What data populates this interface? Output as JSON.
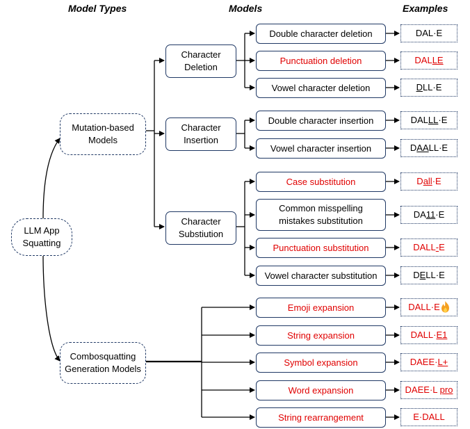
{
  "headers": {
    "model_types": "Model Types",
    "models": "Models",
    "examples": "Examples"
  },
  "root": "LLM App Squatting",
  "types": {
    "mutation": "Mutation-based Models",
    "combo": "Combosquatting Generation Models"
  },
  "categories": {
    "deletion": "Character Deletion",
    "insertion": "Character Insertion",
    "substitution": "Character Substiution"
  },
  "models": [
    {
      "label": "Double character deletion",
      "highlight": false,
      "example": {
        "pre": "DAL",
        "u": "",
        "post": "·E"
      }
    },
    {
      "label": "Punctuation deletion",
      "highlight": true,
      "example": {
        "pre": "DAL",
        "u": "LE",
        "post": ""
      }
    },
    {
      "label": "Vowel character deletion",
      "highlight": false,
      "example": {
        "pre": "",
        "u": "D",
        "post": "LL·E"
      }
    },
    {
      "label": "Double character insertion",
      "highlight": false,
      "example": {
        "pre": "DAL",
        "u": "LL",
        "post": "·E"
      }
    },
    {
      "label": "Vowel character insertion",
      "highlight": false,
      "example": {
        "pre": "D",
        "u": "AA",
        "post": "LL·E"
      }
    },
    {
      "label": "Case substitution",
      "highlight": true,
      "example": {
        "pre": "D",
        "u": "all",
        "post": "·E"
      }
    },
    {
      "label": "Common misspelling mistakes substitution",
      "highlight": false,
      "example": {
        "pre": "DA",
        "u": "11",
        "post": "·E"
      }
    },
    {
      "label": "Punctuation substitution",
      "highlight": true,
      "example": {
        "pre": "DALL",
        "u": "-",
        "post": "E"
      }
    },
    {
      "label": "Vowel character substitution",
      "highlight": false,
      "example": {
        "pre": "D",
        "u": "E",
        "post": "LL·E"
      }
    },
    {
      "label": "Emoji expansion",
      "highlight": true,
      "example": {
        "pre": "DALL·E",
        "u": "",
        "post": "",
        "emoji": "fire-icon"
      }
    },
    {
      "label": "String expansion",
      "highlight": true,
      "example": {
        "pre": "DALL·",
        "u": "E1",
        "post": ""
      }
    },
    {
      "label": "Symbol expansion",
      "highlight": true,
      "example": {
        "pre": "DAEE·",
        "u": "L+",
        "post": ""
      }
    },
    {
      "label": "Word expansion",
      "highlight": true,
      "example": {
        "pre": "DAEE·L ",
        "u": "pro",
        "post": ""
      }
    },
    {
      "label": "String rearrangement",
      "highlight": true,
      "example": {
        "pre": "E·DALL",
        "u": "",
        "post": ""
      }
    }
  ],
  "colors": {
    "highlight": "#e00000",
    "border": "#1f3864",
    "line": "#000000",
    "flame": "#f5a020"
  }
}
